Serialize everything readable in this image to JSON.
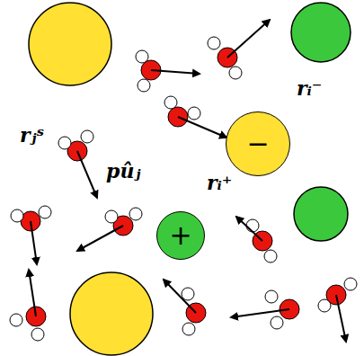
{
  "diagram": {
    "nodes": [
      {
        "text": [
          "−"
        ]
      },
      {
        "text": [
          "+"
        ]
      }
    ],
    "labels": [
      "rᵢ⁻",
      "rⱼˢ",
      "pûⱼ",
      "rᵢ⁺"
    ]
  }
}
